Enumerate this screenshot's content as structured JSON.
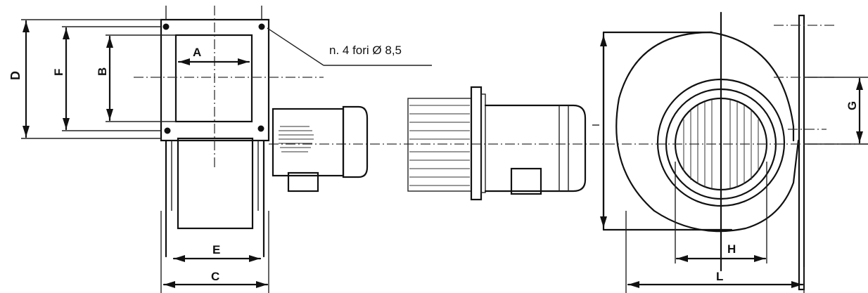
{
  "labels": {
    "A": "A",
    "B": "B",
    "C": "C",
    "D": "D",
    "E": "E",
    "F": "F",
    "G": "G",
    "H": "H",
    "L": "L"
  },
  "note": "n. 4 fori Ø 8,5"
}
